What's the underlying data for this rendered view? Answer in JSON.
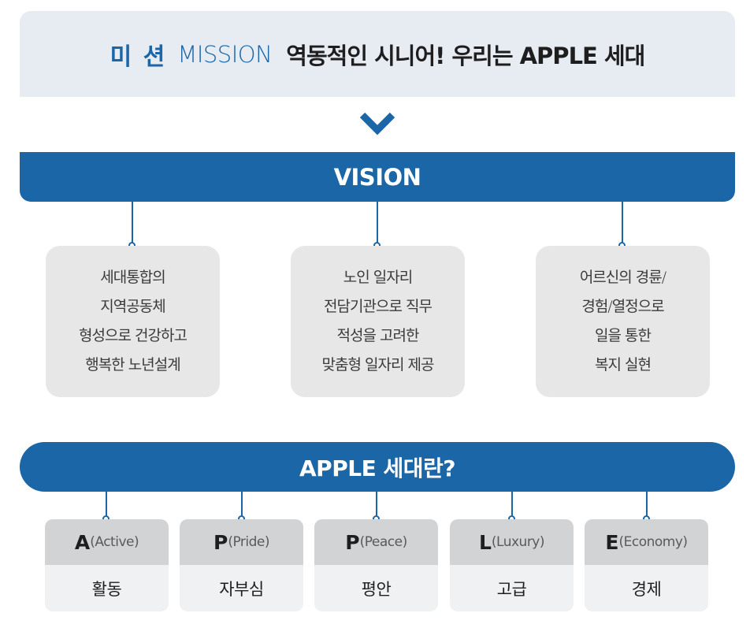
{
  "mission": {
    "label_kr": "미 션",
    "label_en": "MISSION",
    "text": "역동적인 시니어! 우리는 APPLE 세대"
  },
  "vision": {
    "title": "VISION",
    "items": [
      {
        "lines": [
          "세대통합의",
          "지역공동체",
          "형성으로 건강하고",
          "행복한 노년설계"
        ]
      },
      {
        "lines": [
          "노인 일자리",
          "전담기관으로 직무",
          "적성을 고려한",
          "맞춤형 일자리 제공"
        ]
      },
      {
        "lines": [
          "어르신의 경륜/",
          "경험/열정으로",
          "일을 통한",
          "복지 실현"
        ]
      }
    ]
  },
  "apple": {
    "title": "APPLE 세대란?",
    "items": [
      {
        "letter": "A",
        "word": "(Active)",
        "meaning": "활동"
      },
      {
        "letter": "P",
        "word": "(Pride)",
        "meaning": "자부심"
      },
      {
        "letter": "P",
        "word": "(Peace)",
        "meaning": "평안"
      },
      {
        "letter": "L",
        "word": "(Luxury)",
        "meaning": "고급"
      },
      {
        "letter": "E",
        "word": "(Economy)",
        "meaning": "경제"
      }
    ]
  },
  "colors": {
    "primary": "#1b66a6",
    "mission_bg": "#e7ebf2",
    "box_bg": "#e7e7e7",
    "card_top": "#d2d3d5",
    "card_bottom": "#f0f1f3"
  },
  "icons": {
    "arrow": "chevron-down-icon"
  }
}
